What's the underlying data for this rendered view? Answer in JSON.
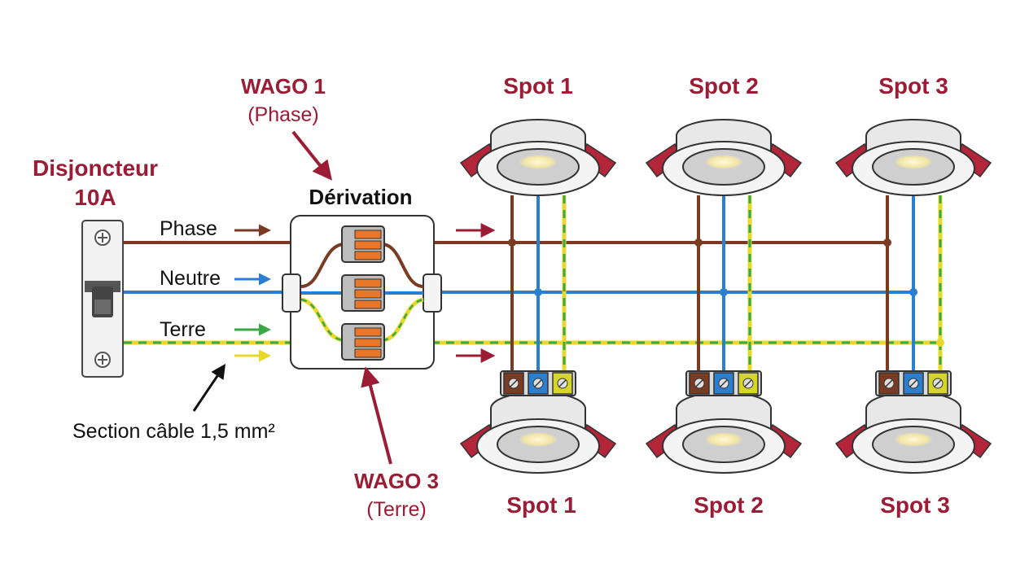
{
  "breaker": {
    "title": "Disjoncteur",
    "rating": "10A"
  },
  "junction": {
    "title": "Dérivation"
  },
  "wires": {
    "phase": "Phase",
    "neutral": "Neutre",
    "earth": "Terre"
  },
  "callouts": {
    "wago1_name": "WAGO 1",
    "wago1_role": "(Phase)",
    "wago3_name": "WAGO 3",
    "wago3_role": "(Terre)",
    "cable_section": "Section câble 1,5 mm²"
  },
  "spots_top": [
    "Spot 1",
    "Spot 2",
    "Spot 3"
  ],
  "spots_bottom": [
    "Spot 1",
    "Spot 2",
    "Spot 3"
  ],
  "colors": {
    "phase": "#7b3a22",
    "neutral": "#2a7fd0",
    "earth_yellow": "#e8d82a",
    "earth_green": "#3aa845",
    "accent": "#9b1c34",
    "wago_orange": "#e8772a"
  }
}
